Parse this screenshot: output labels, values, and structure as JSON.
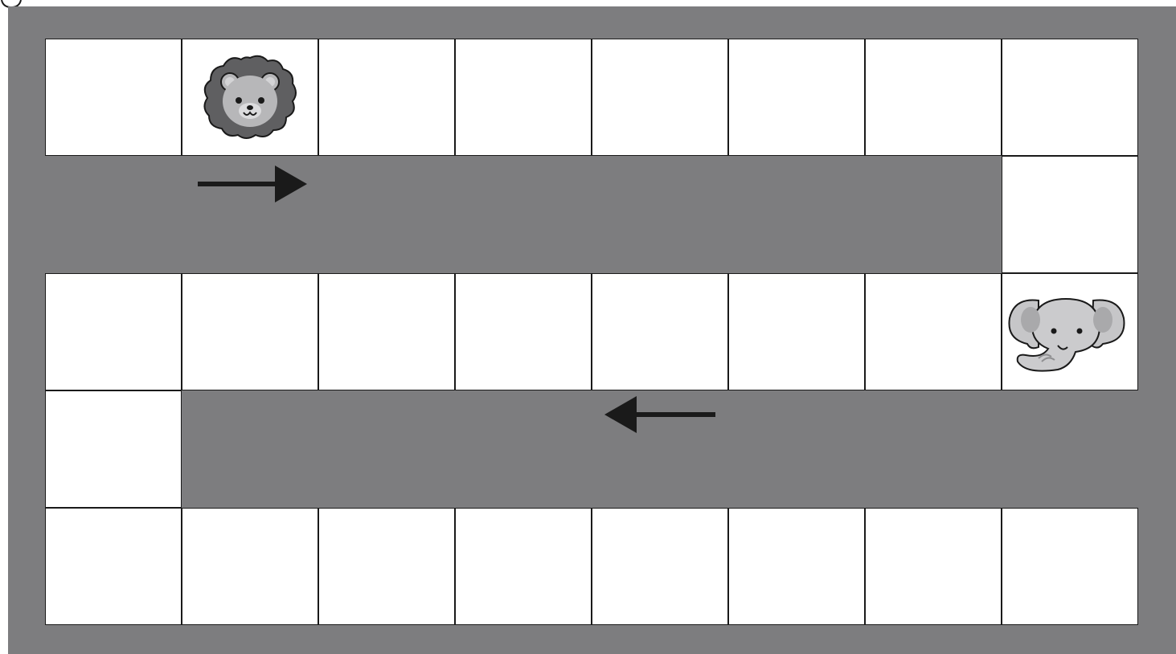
{
  "board": {
    "rows": 5,
    "columns": 8,
    "path_direction": [
      "right",
      "down",
      "left",
      "down",
      "right"
    ]
  },
  "pieces": [
    {
      "name": "lion",
      "icon": "lion-face-icon",
      "row": 0,
      "col": 1
    },
    {
      "name": "elephant",
      "icon": "elephant-face-icon",
      "row": 2,
      "col": 7
    }
  ],
  "arrows": [
    {
      "direction": "right",
      "icon": "arrow-right-icon"
    },
    {
      "direction": "left",
      "icon": "arrow-left-icon"
    }
  ],
  "colors": {
    "board_background": "#7d7d7f",
    "cell_fill": "#ffffff",
    "cell_border": "#1a1a1a",
    "arrow": "#1a1a1a"
  }
}
